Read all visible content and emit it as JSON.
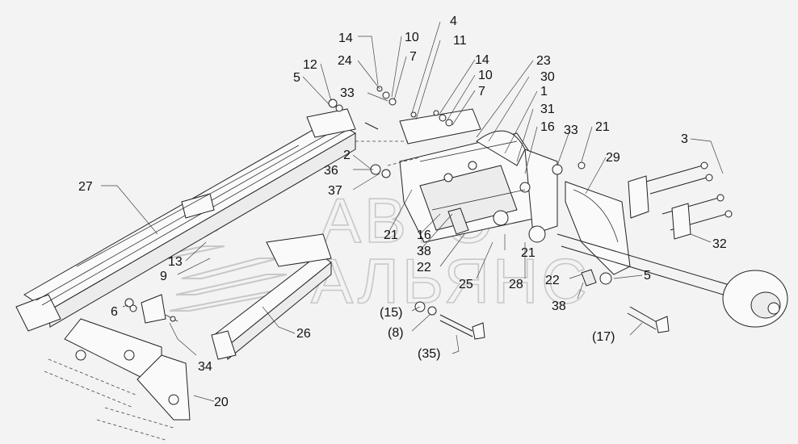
{
  "diagram": {
    "watermark": {
      "line1": "АВТО",
      "line2": "АЛЬЯНС"
    },
    "callouts": [
      "14",
      "10",
      "4",
      "11",
      "12",
      "24",
      "7",
      "14",
      "5",
      "33",
      "10",
      "23",
      "7",
      "30",
      "1",
      "31",
      "16",
      "33",
      "21",
      "3",
      "2",
      "36",
      "29",
      "27",
      "37",
      "21",
      "16",
      "38",
      "13",
      "21",
      "22",
      "9",
      "25",
      "28",
      "22",
      "5",
      "32",
      "(15)",
      "38",
      "6",
      "(8)",
      "26",
      "(17)",
      "(35)",
      "34",
      "20"
    ]
  }
}
